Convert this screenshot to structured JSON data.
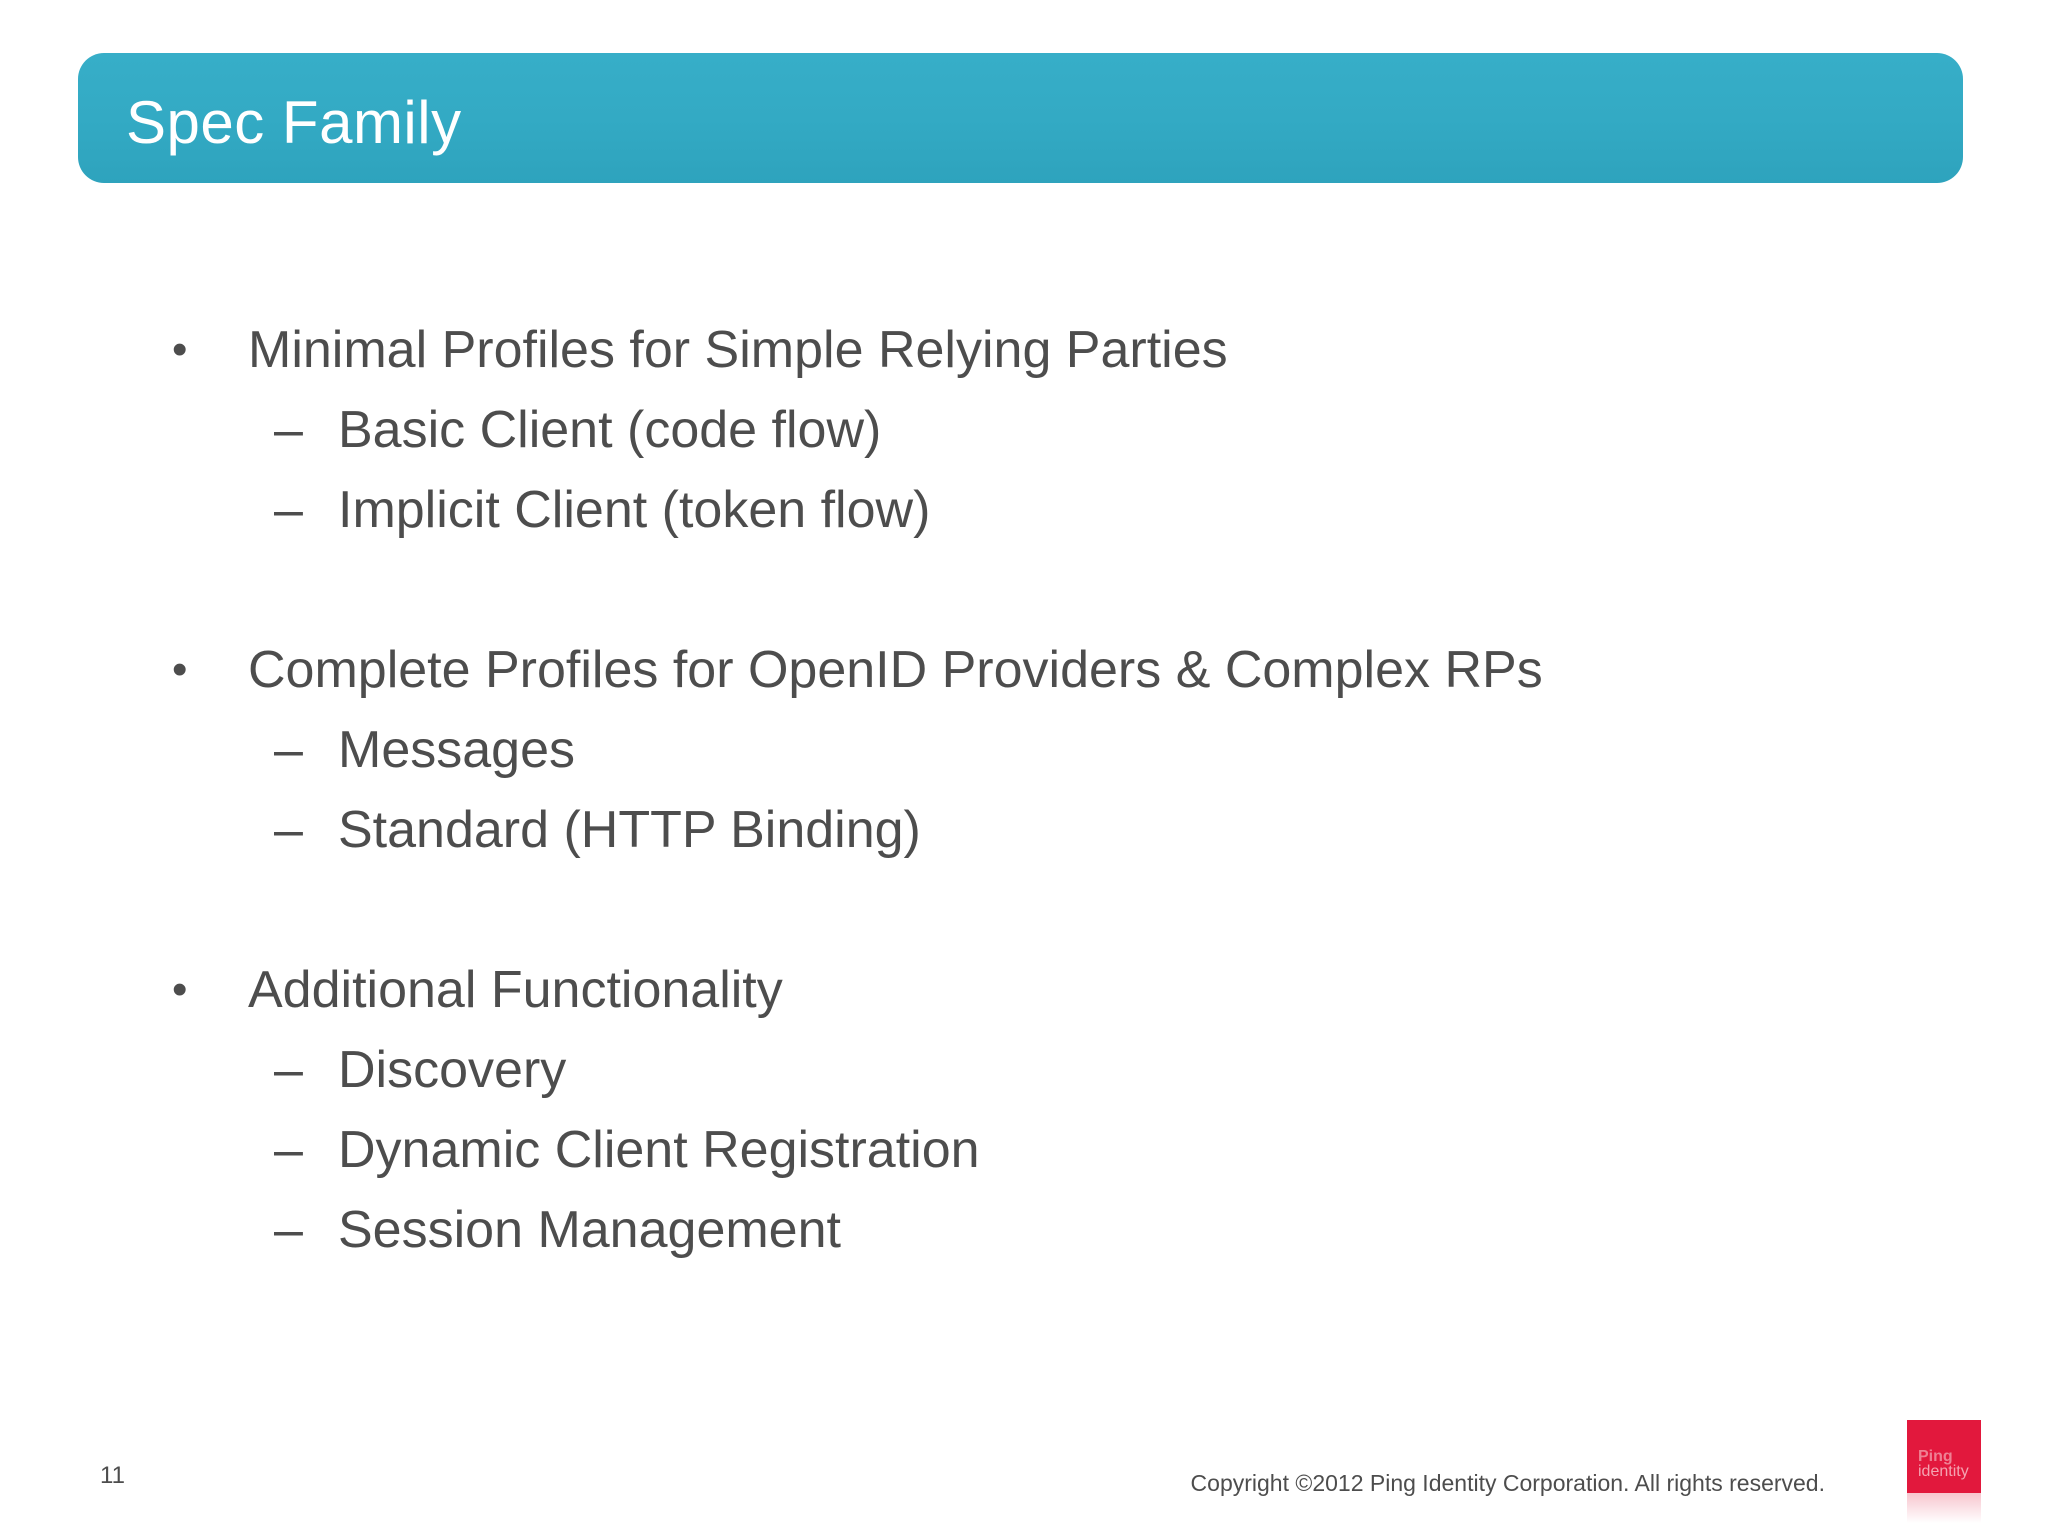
{
  "slide": {
    "header": {
      "title": "Spec Family"
    },
    "markers": {
      "bullet": "•",
      "dash": "–"
    },
    "bullets": [
      {
        "label": "Minimal Profiles for Simple Relying Parties",
        "sub": [
          "Basic Client (code flow)",
          "Implicit Client (token flow)"
        ]
      },
      {
        "label": "Complete Profiles for OpenID Providers & Complex RPs",
        "sub": [
          "Messages",
          "Standard (HTTP Binding)"
        ]
      },
      {
        "label": "Additional Functionality",
        "sub": [
          "Discovery",
          "Dynamic Client Registration",
          "Session Management"
        ]
      }
    ],
    "footer": {
      "page_number": "11",
      "copyright": "Copyright ©2012 Ping Identity Corporation. All rights reserved."
    },
    "logo": {
      "line1": "Ping",
      "line2": "identity"
    },
    "colors": {
      "header_teal_top": "#37AEC8",
      "header_teal_bottom": "#2EA3BD",
      "body_text": "#4D4D4D",
      "logo_red": "#E2183D"
    }
  }
}
